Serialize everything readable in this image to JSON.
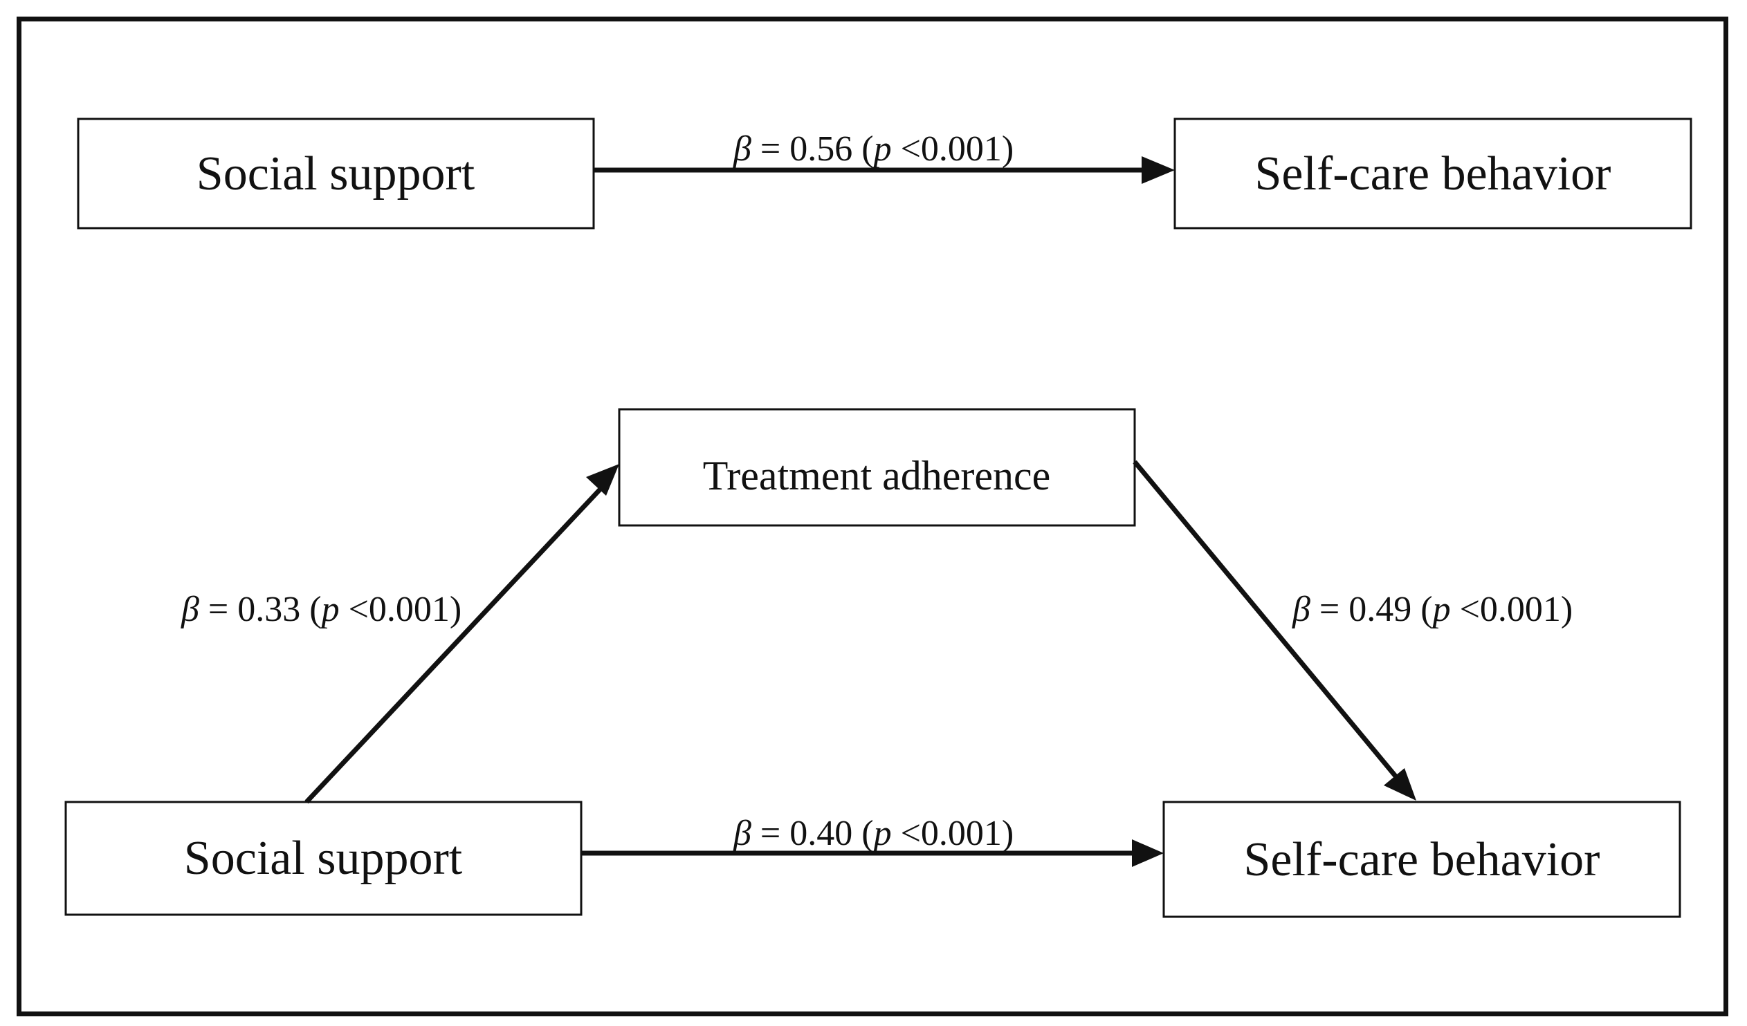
{
  "diagram": {
    "top_model": {
      "predictor": "Social support",
      "outcome": "Self-care behavior",
      "path": {
        "beta_symbol": "β",
        "beta_value": " = 0.56 (",
        "p_symbol": "p",
        "p_value": " <0.001)"
      }
    },
    "mediation_model": {
      "predictor": "Social support",
      "mediator": "Treatment adherence",
      "outcome": "Self-care behavior",
      "path_a": {
        "beta_symbol": "β",
        "beta_value": " = 0.33 (",
        "p_symbol": "p",
        "p_value": " <0.001)"
      },
      "path_b": {
        "beta_symbol": "β",
        "beta_value": " = 0.49 (",
        "p_symbol": "p",
        "p_value": " <0.001)"
      },
      "path_c_prime": {
        "beta_symbol": "β",
        "beta_value": " = 0.40 (",
        "p_symbol": "p",
        "p_value": " <0.001)"
      }
    }
  }
}
